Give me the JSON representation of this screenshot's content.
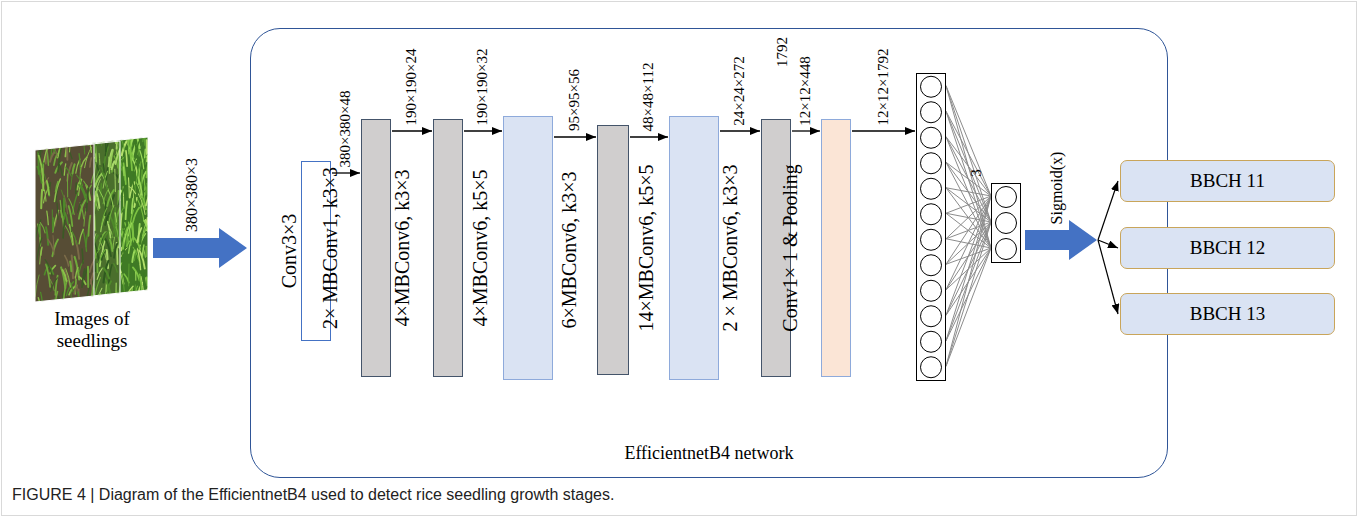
{
  "diagram": {
    "caption": "FIGURE 4 | Diagram of the EfficientnetB4 used to detect rice seedling growth stages.",
    "nodes": [
      {
        "text": [
          "Images of seedlings"
        ]
      },
      {
        "text": [
          "EfficientnetB4 network"
        ]
      },
      {
        "text": [
          "Conv3×3"
        ],
        "in": 1
      },
      {
        "text": [
          "2× MBConv1, k3×3"
        ],
        "in": 1
      },
      {
        "text": [
          "4×MBConv6, k3×3"
        ],
        "in": 1
      },
      {
        "text": [
          "4×MBConv6, k5×5"
        ],
        "in": 1
      },
      {
        "text": [
          "6×MBConv6, k3×3"
        ],
        "in": 1
      },
      {
        "text": [
          "14×MBConv6, k5×5"
        ],
        "in": 1
      },
      {
        "text": [
          "2 × MBConv6, k3×3"
        ],
        "in": 1
      },
      {
        "text": [
          "Conv1× 1 & Pooling"
        ],
        "in": 1
      },
      {
        "text": [
          "1792"
        ],
        "in": 1
      },
      {
        "text": [
          "3"
        ],
        "in": 1
      },
      {
        "text": [
          "BBCH 11"
        ]
      },
      {
        "text": [
          "BBCH 12"
        ]
      },
      {
        "text": [
          "BBCH 13"
        ]
      }
    ],
    "edges": [
      {
        "from": 0,
        "to": 1,
        "label": "380×380×3",
        "arrow": "to"
      },
      {
        "from": 2,
        "to": 3,
        "label": "380×380×48",
        "arrow": "to"
      },
      {
        "from": 3,
        "to": 4,
        "label": "190×190×24",
        "arrow": "to"
      },
      {
        "from": 4,
        "to": 5,
        "label": "190×190×32",
        "arrow": "to"
      },
      {
        "from": 5,
        "to": 6,
        "label": "95×95×56",
        "arrow": "to"
      },
      {
        "from": 6,
        "to": 7,
        "label": "48×48×112",
        "arrow": "to"
      },
      {
        "from": 7,
        "to": 8,
        "label": "24×24×272",
        "arrow": "to"
      },
      {
        "from": 8,
        "to": 9,
        "label": "12×12×448",
        "arrow": "to"
      },
      {
        "from": 9,
        "to": 10,
        "label": "12×12×1792",
        "arrow": "to"
      },
      {
        "from": 10,
        "to": 11,
        "arrow": "none"
      },
      {
        "from": 11,
        "to": 12,
        "label": "Sigmoid(x)",
        "arrow": "to"
      },
      {
        "from": 11,
        "to": 13,
        "arrow": "to"
      },
      {
        "from": 11,
        "to": 14,
        "arrow": "to"
      }
    ]
  }
}
